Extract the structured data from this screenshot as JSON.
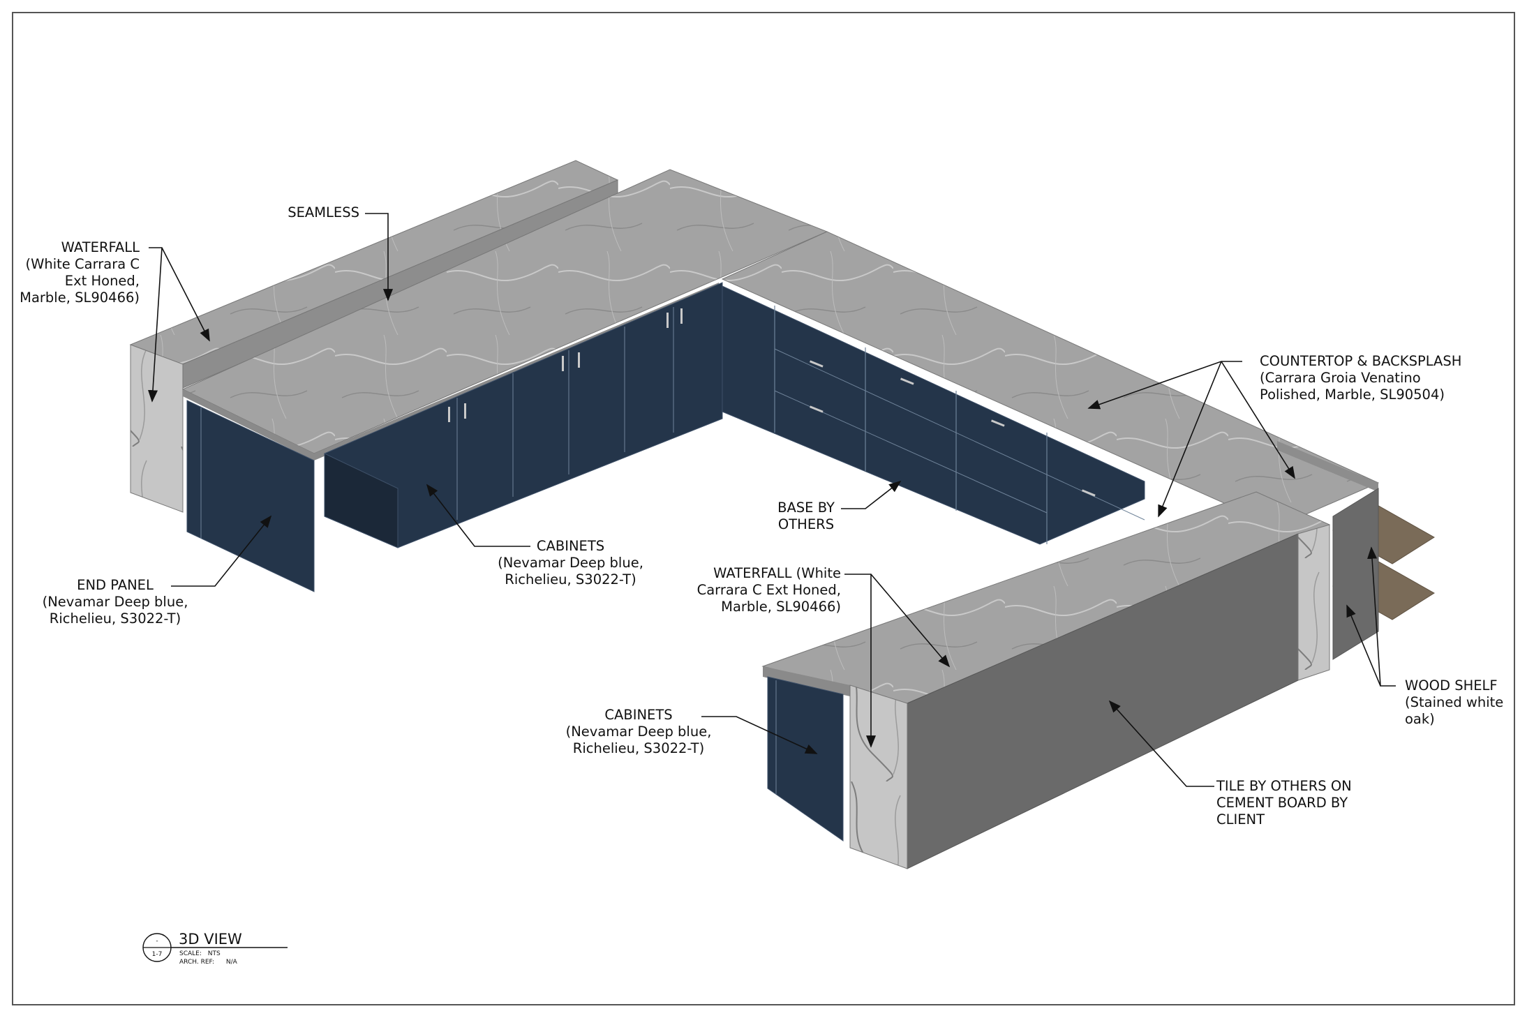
{
  "sheet": {
    "view_title": "3D VIEW",
    "scale_label": "SCALE:",
    "scale_value": "NTS",
    "arch_ref_label": "ARCH. REF:",
    "arch_ref_value": "N/A",
    "bubble_top": "-",
    "bubble_bottom": "1-7"
  },
  "colors": {
    "marble": "#9a9a9a",
    "marble_light": "#b4b4b4",
    "cabinet": "#24354a",
    "cabinet_dark": "#1b2838",
    "tile_panel": "#6a6a6a",
    "wood_shelf": "#7a6b58",
    "frame": "#555555"
  },
  "labels": {
    "seamless": [
      "SEAMLESS"
    ],
    "waterfall_left": [
      "WATERFALL",
      "(White Carrara C",
      "Ext Honed,",
      "Marble, SL90466)"
    ],
    "countertop": [
      "COUNTERTOP & BACKSPLASH",
      "(Carrara Groia Venatino",
      "Polished, Marble, SL90504)"
    ],
    "base_by_others": [
      "BASE BY",
      "OTHERS"
    ],
    "cabinets_top": [
      "CABINETS",
      "(Nevamar Deep blue,",
      "Richelieu, S3022-T)"
    ],
    "end_panel": [
      "END PANEL",
      "(Nevamar Deep blue,",
      "Richelieu, S3022-T)"
    ],
    "waterfall_right": [
      "WATERFALL (White",
      "Carrara C Ext Honed,",
      "Marble, SL90466)"
    ],
    "cabinets_bottom": [
      "CABINETS",
      "(Nevamar Deep blue,",
      "Richelieu, S3022-T)"
    ],
    "wood_shelf": [
      "WOOD SHELF",
      "(Stained white",
      "oak)"
    ],
    "tile": [
      "TILE BY OTHERS ON",
      "CEMENT BOARD BY",
      "CLIENT"
    ]
  }
}
